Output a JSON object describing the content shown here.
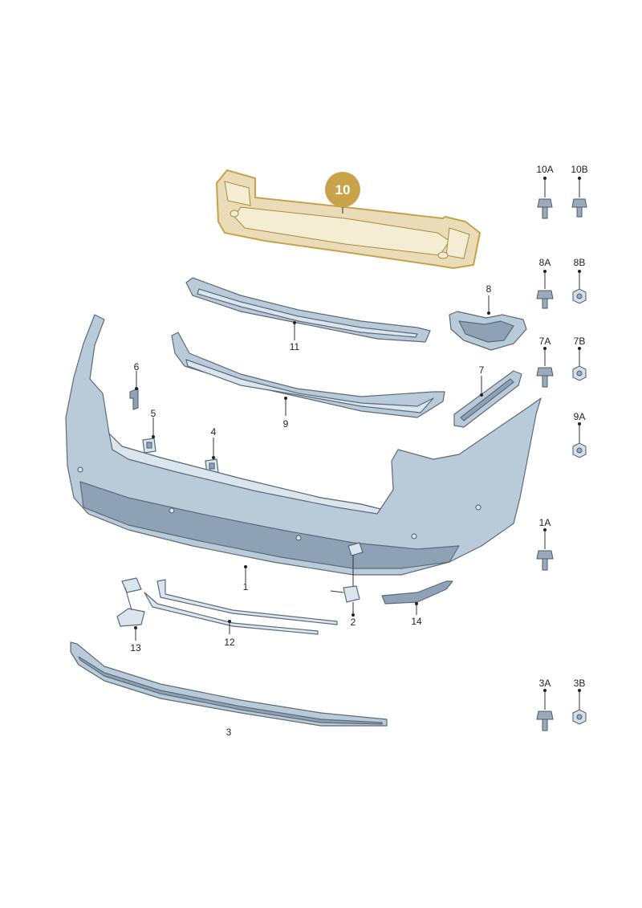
{
  "highlighted_part": "10",
  "colors": {
    "highlight": "#c9a34a",
    "highlight_fill": "#eadcb8",
    "part_fill": "#b9cad9",
    "part_stroke": "#5c6a7a"
  },
  "labels": {
    "p10": "10",
    "p10A": "10A",
    "p10B": "10B",
    "p8": "8",
    "p8A": "8A",
    "p8B": "8B",
    "p11": "11",
    "p7A": "7A",
    "p7B": "7B",
    "p6": "6",
    "p7": "7",
    "p5": "5",
    "p9": "9",
    "p9A": "9A",
    "p4": "4",
    "p1A": "1A",
    "p1": "1",
    "p2": "2",
    "p14": "14",
    "p12": "12",
    "p13": "13",
    "p3A": "3A",
    "p3B": "3B",
    "p3": "3"
  }
}
